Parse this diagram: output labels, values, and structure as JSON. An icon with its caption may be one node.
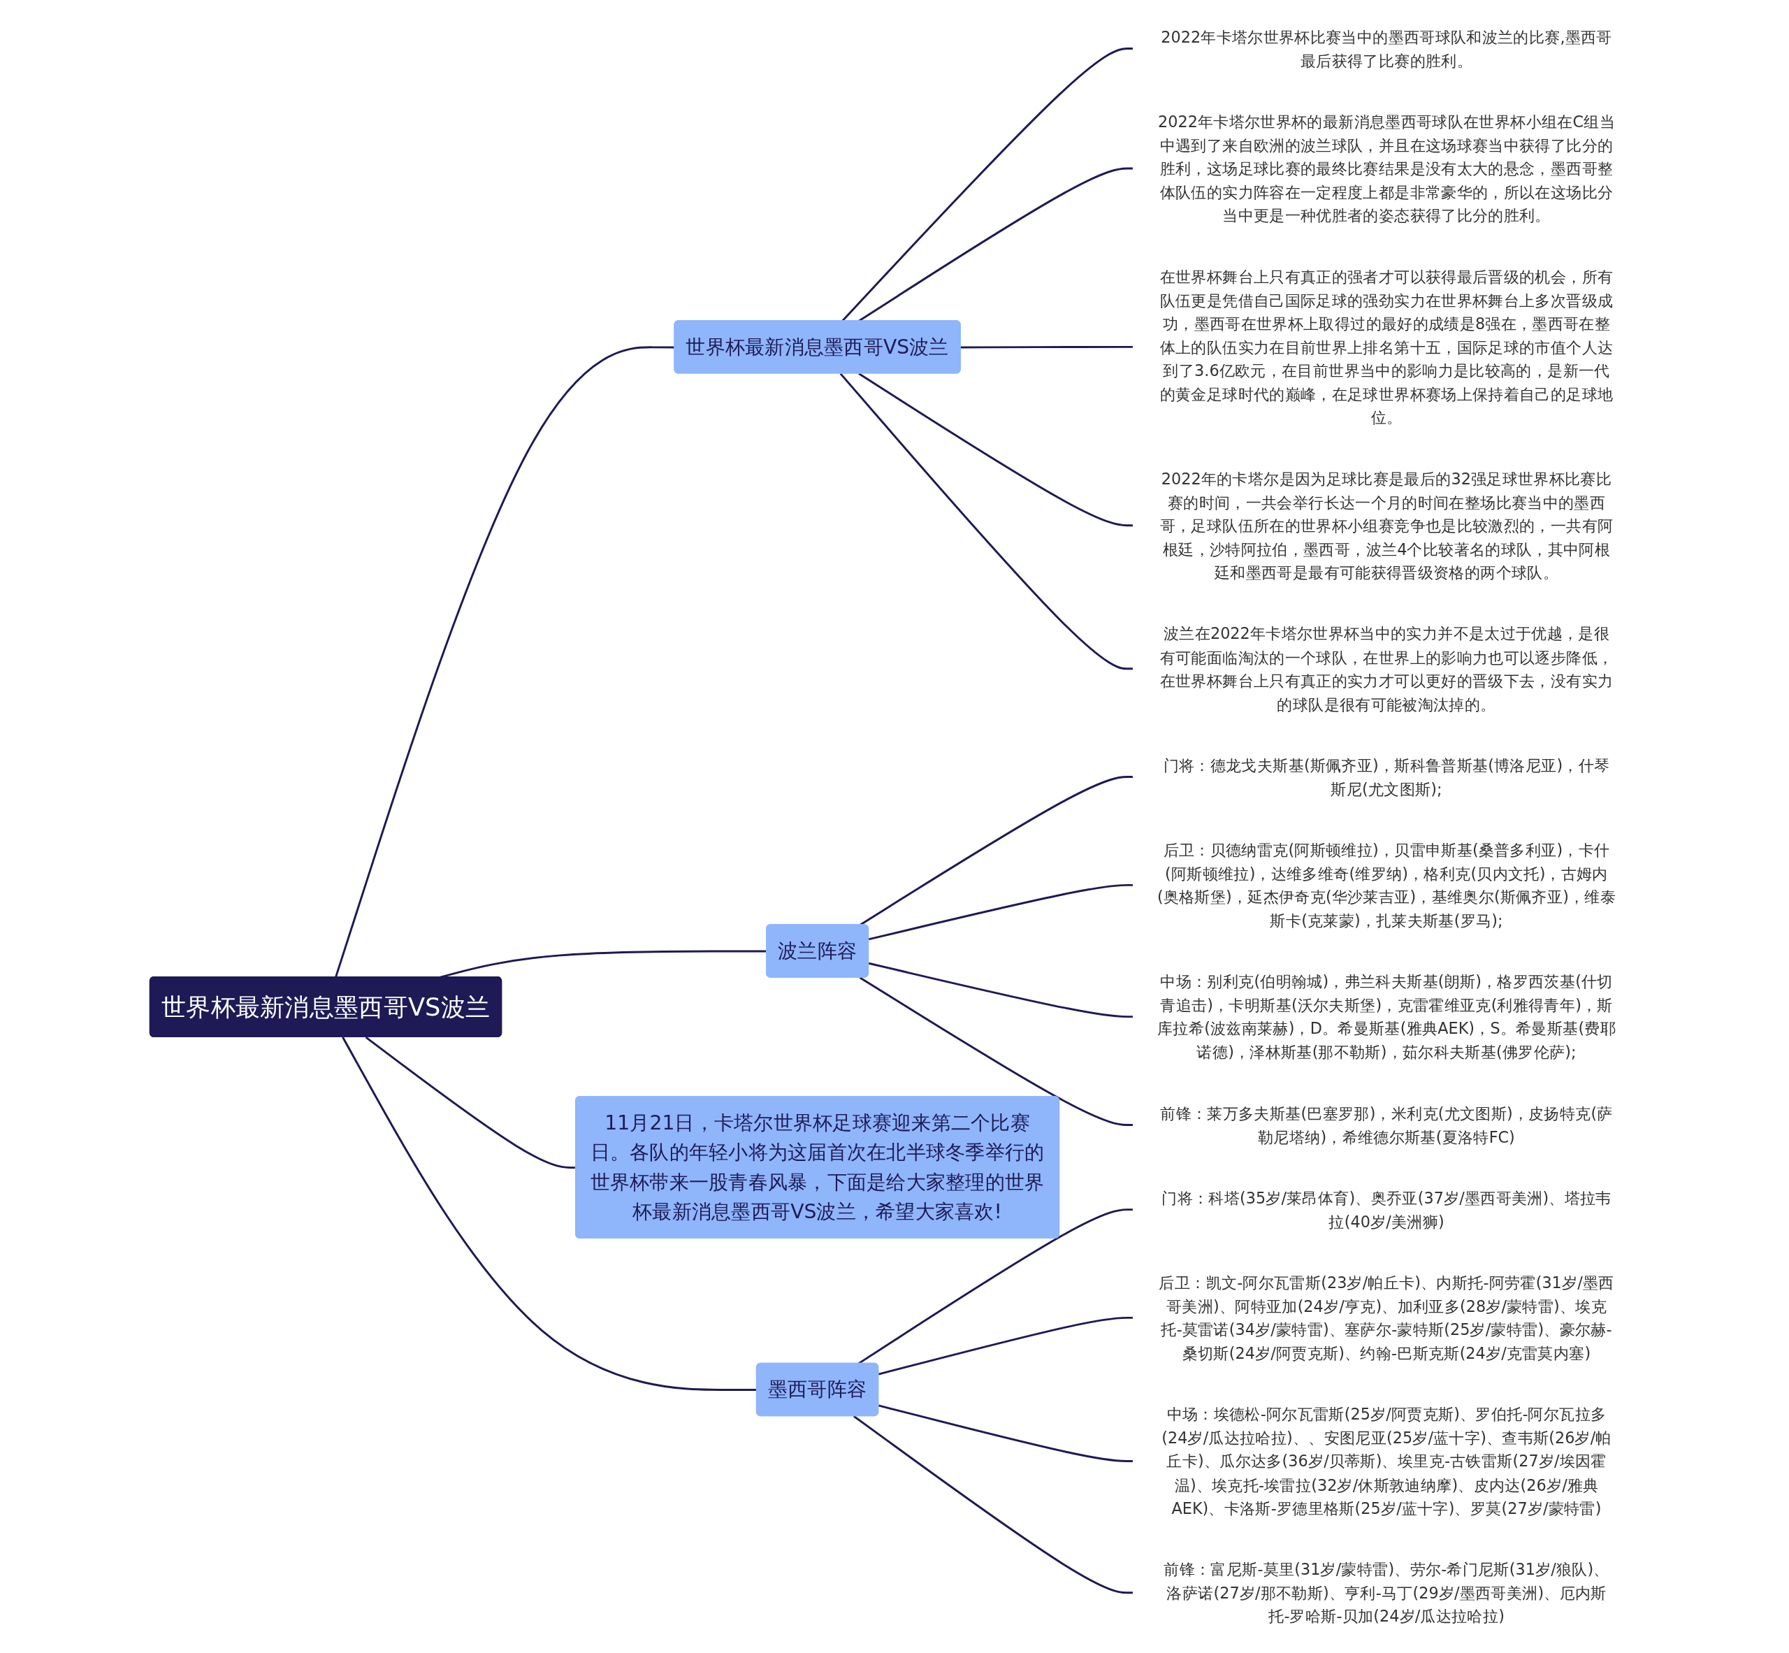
{
  "diagram": {
    "nodes": [
      {
        "text": [
          "世界杯最新消息墨西哥VS波兰"
        ]
      },
      {
        "text": [
          "世界杯最新消息墨西哥VS波兰"
        ]
      },
      {
        "text": [
          "2022年卡塔尔世界杯比赛当中的墨西哥球队和波兰的比赛,墨西哥最后获得了比赛的胜利。"
        ]
      },
      {
        "text": [
          "2022年卡塔尔世界杯的最新消息墨西哥球队在世界杯小组在C组当中遇到了来自欧洲的波兰球队，并且在这场球赛当中获得了比分的胜利，这场足球比赛的最终比赛结果是没有太大的悬念，墨西哥整体队伍的实力阵容在一定程度上都是非常豪华的，所以在这场比分当中更是一种优胜者的姿态获得了比分的胜利。"
        ]
      },
      {
        "text": [
          "在世界杯舞台上只有真正的强者才可以获得最后晋级的机会，所有队伍更是凭借自己国际足球的强劲实力在世界杯舞台上多次晋级成功，墨西哥在世界杯上取得过的最好的成绩是8强在，墨西哥在整体上的队伍实力在目前世界上排名第十五，国际足球的市值个人达到了3.6亿欧元，在目前世界当中的影响力是比较高的，是新一代的黄金足球时代的巅峰，在足球世界杯赛场上保持着自己的足球地位。"
        ]
      },
      {
        "text": [
          "2022年的卡塔尔是因为足球比赛是最后的32强足球世界杯比赛比赛的时间，一共会举行长达一个月的时间在整场比赛当中的墨西哥，足球队伍所在的世界杯小组赛竞争也是比较激烈的，一共有阿根廷，沙特阿拉伯，墨西哥，波兰4个比较著名的球队，其中阿根廷和墨西哥是最有可能获得晋级资格的两个球队。"
        ]
      },
      {
        "text": [
          "波兰在2022年卡塔尔世界杯当中的实力并不是太过于优越，是很有可能面临淘汰的一个球队，在世界上的影响力也可以逐步降低，在世界杯舞台上只有真正的实力才可以更好的晋级下去，没有实力的球队是很有可能被淘汰掉的。"
        ]
      },
      {
        "text": [
          "波兰阵容"
        ]
      },
      {
        "text": [
          "门将：德龙戈夫斯基(斯佩齐亚)，斯科鲁普斯基(博洛尼亚)，什琴斯尼(尤文图斯);"
        ]
      },
      {
        "text": [
          "后卫：贝德纳雷克(阿斯顿维拉)，贝雷申斯基(桑普多利亚)，卡什(阿斯顿维拉)，达维多维奇(维罗纳)，格利克(贝内文托)，古姆内(奥格斯堡)，延杰伊奇克(华沙莱吉亚)，基维奥尔(斯佩齐亚)，维泰斯卡(克莱蒙)，扎莱夫斯基(罗马);"
        ]
      },
      {
        "text": [
          "中场：别利克(伯明翰城)，弗兰科夫斯基(朗斯)，格罗西茨基(什切青追击)，卡明斯基(沃尔夫斯堡)，克雷霍维亚克(利雅得青年)，斯库拉希(波兹南莱赫)，D。希曼斯基(雅典AEK)，S。希曼斯基(费耶诺德)，泽林斯基(那不勒斯)，茹尔科夫斯基(佛罗伦萨);"
        ]
      },
      {
        "text": [
          "前锋：莱万多夫斯基(巴塞罗那)，米利克(尤文图斯)，皮扬特克(萨勒尼塔纳)，希维德尔斯基(夏洛特FC)"
        ]
      },
      {
        "text": [
          "11月21日，卡塔尔世界杯足球赛迎来第二个比赛日。各队的年轻小将为这届首次在北半球冬季举行的世界杯带来一股青春风暴，下面是给大家整理的世界杯最新消息墨西哥VS波兰，希望大家喜欢!"
        ]
      },
      {
        "text": [
          "墨西哥阵容"
        ]
      },
      {
        "text": [
          "门将：科塔(35岁/莱昂体育)、奥乔亚(37岁/墨西哥美洲)、塔拉韦拉(40岁/美洲狮)"
        ]
      },
      {
        "text": [
          "后卫：凯文-阿尔瓦雷斯(23岁/帕丘卡)、内斯托-阿劳霍(31岁/墨西哥美洲)、阿特亚加(24岁/亨克)、加利亚多(28岁/蒙特雷)、埃克托-莫雷诺(34岁/蒙特雷)、塞萨尔-蒙特斯(25岁/蒙特雷)、豪尔赫-桑切斯(24岁/阿贾克斯)、约翰-巴斯克斯(24岁/克雷莫内塞)"
        ]
      },
      {
        "text": [
          "中场：埃德松-阿尔瓦雷斯(25岁/阿贾克斯)、罗伯托-阿尔瓦拉多(24岁/瓜达拉哈拉)、、安图尼亚(25岁/蓝十字)、查韦斯(26岁/帕丘卡)、瓜尔达多(36岁/贝蒂斯)、埃里克-古铁雷斯(27岁/埃因霍温)、埃克托-埃雷拉(32岁/休斯敦迪纳摩)、皮内达(26岁/雅典AEK)、卡洛斯-罗德里格斯(25岁/蓝十字)、罗莫(27岁/蒙特雷)"
        ]
      },
      {
        "text": [
          "前锋：富尼斯-莫里(31岁/蒙特雷)、劳尔-希门尼斯(31岁/狼队)、洛萨诺(27岁/那不勒斯)、亨利-马丁(29岁/墨西哥美洲)、厄内斯托-罗哈斯-贝加(24岁/瓜达拉哈拉)"
        ]
      }
    ],
    "edges": [
      {
        "from": 0,
        "to": 1,
        "arrow": "none"
      },
      {
        "from": 1,
        "to": 2,
        "arrow": "none"
      },
      {
        "from": 1,
        "to": 3,
        "arrow": "none"
      },
      {
        "from": 1,
        "to": 4,
        "arrow": "none"
      },
      {
        "from": 1,
        "to": 5,
        "arrow": "none"
      },
      {
        "from": 1,
        "to": 6,
        "arrow": "none"
      },
      {
        "from": 0,
        "to": 7,
        "arrow": "none"
      },
      {
        "from": 7,
        "to": 8,
        "arrow": "none"
      },
      {
        "from": 7,
        "to": 9,
        "arrow": "none"
      },
      {
        "from": 7,
        "to": 10,
        "arrow": "none"
      },
      {
        "from": 7,
        "to": 11,
        "arrow": "none"
      },
      {
        "from": 0,
        "to": 12,
        "arrow": "none"
      },
      {
        "from": 0,
        "to": 13,
        "arrow": "none"
      },
      {
        "from": 13,
        "to": 14,
        "arrow": "none"
      },
      {
        "from": 13,
        "to": 15,
        "arrow": "none"
      },
      {
        "from": 13,
        "to": 16,
        "arrow": "none"
      },
      {
        "from": 13,
        "to": 17,
        "arrow": "none"
      }
    ]
  }
}
